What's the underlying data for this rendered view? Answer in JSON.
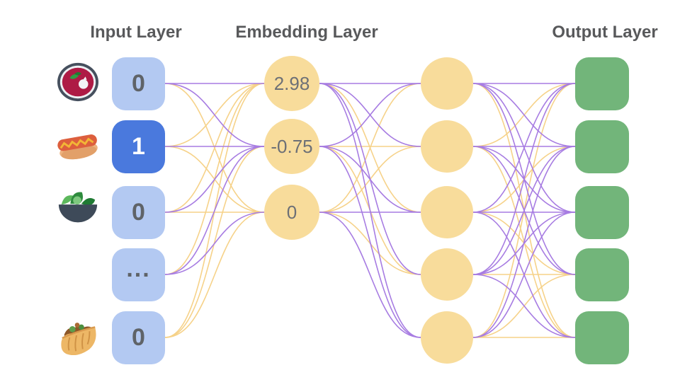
{
  "titles": {
    "input": "Input Layer",
    "embedding": "Embedding Layer",
    "output": "Output Layer"
  },
  "input_nodes": [
    {
      "label": "0",
      "icon": "soup-bowl",
      "active": false
    },
    {
      "label": "1",
      "icon": "hot-dog",
      "active": true
    },
    {
      "label": "0",
      "icon": "green-salad",
      "active": false
    },
    {
      "label": "...",
      "icon": "none",
      "active": false
    },
    {
      "label": "0",
      "icon": "stuffed-flatbread",
      "active": false
    }
  ],
  "embedding_nodes": [
    {
      "label": "2.98"
    },
    {
      "label": "-0.75"
    },
    {
      "label": "0"
    }
  ],
  "hidden_nodes": [
    "",
    "",
    "",
    "",
    ""
  ],
  "output_nodes": [
    "",
    "",
    "",
    "",
    ""
  ],
  "colors": {
    "edge_purple": "#a77ce2",
    "edge_yellow": "#f6d289",
    "input_box": "#b3c9f2",
    "input_box_active": "#4a79dd",
    "node_yellow": "#f8dc9b",
    "output_green": "#72b57a",
    "title_text": "#58595b",
    "node_text": "#5f6368"
  },
  "edges": {
    "input_to_embedding": [
      [
        "P",
        "P",
        "Y"
      ],
      [
        "Y",
        "P",
        "Y"
      ],
      [
        "Y",
        "P",
        "Y"
      ],
      [
        "Y",
        "P",
        "P"
      ],
      [
        "Y",
        "Y",
        "Y"
      ]
    ],
    "embedding_to_hidden": [
      [
        "P",
        "P",
        "Y",
        "P",
        "P"
      ],
      [
        "P",
        "Y",
        "P",
        "Y",
        "P"
      ],
      [
        "Y",
        "Y",
        "P",
        "Y",
        "P"
      ]
    ],
    "hidden_to_output": [
      [
        "P",
        "P",
        "P",
        "P",
        "Y"
      ],
      [
        "Y",
        "P",
        "P",
        "P",
        "Y"
      ],
      [
        "P",
        "Y",
        "P",
        "Y",
        "P"
      ],
      [
        "P",
        "P",
        "P",
        "Y",
        "P"
      ],
      [
        "Y",
        "P",
        "P",
        "Y",
        "Y"
      ]
    ]
  }
}
